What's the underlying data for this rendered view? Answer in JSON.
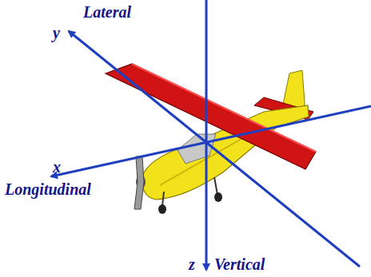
{
  "diagram": {
    "labels": [
      "y",
      "Lateral",
      "x",
      "Longitudinal",
      "z",
      "Vertical"
    ]
  }
}
